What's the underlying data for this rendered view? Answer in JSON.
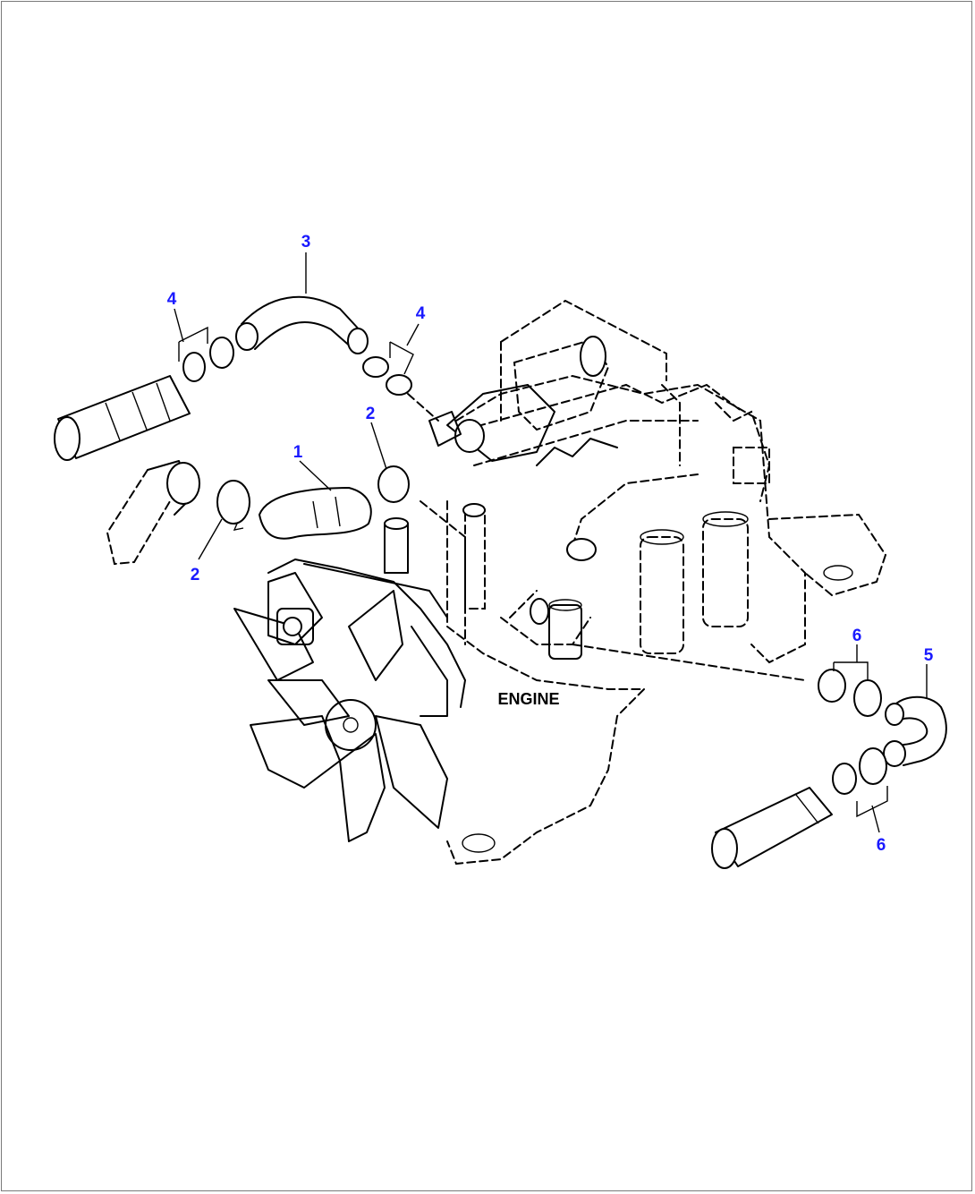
{
  "diagram": {
    "engine_label": "ENGINE",
    "callouts": [
      {
        "id": "c1",
        "label": "1"
      },
      {
        "id": "c2a",
        "label": "2"
      },
      {
        "id": "c2b",
        "label": "2"
      },
      {
        "id": "c3",
        "label": "3"
      },
      {
        "id": "c4a",
        "label": "4"
      },
      {
        "id": "c4b",
        "label": "4"
      },
      {
        "id": "c5",
        "label": "5"
      },
      {
        "id": "c6a",
        "label": "6"
      },
      {
        "id": "c6b",
        "label": "6"
      }
    ],
    "colors": {
      "callout": "#1a1aff",
      "line": "#000000",
      "border": "#7a7a7a"
    }
  }
}
